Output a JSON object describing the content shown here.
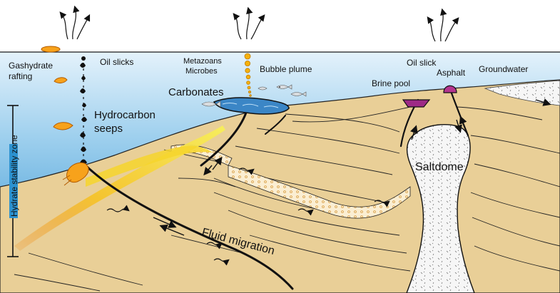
{
  "labels": {
    "gashydrate_rafting_1": "Gashydrate",
    "gashydrate_rafting_2": "rafting",
    "oil_slicks": "Oil slicks",
    "metazoans": "Metazoans",
    "microbes": "Microbes",
    "bubble_plume": "Bubble plume",
    "oil_slick": "Oil slick",
    "asphalt": "Asphalt",
    "groundwater": "Groundwater",
    "brine_pool": "Brine pool",
    "carbonates": "Carbonates",
    "hydrocarbon_1": "Hydrocarbon",
    "hydrocarbon_2": "seeps",
    "saltdome": "Saltdome",
    "fluid_migration": "Fluid migration",
    "hydrate_zone": "Hydrate stability zone"
  },
  "colors": {
    "sea_top": "#dcedf8",
    "sea_bottom": "#2b95d2",
    "sediment": "#e9cf97",
    "salt": "#f4f4f4",
    "carbonate": "#3b86c6",
    "oil": "#f7a21b",
    "seep_yellow": "#f5e23a",
    "brine": "#9e2a86",
    "asphalt": "#b4358f"
  }
}
